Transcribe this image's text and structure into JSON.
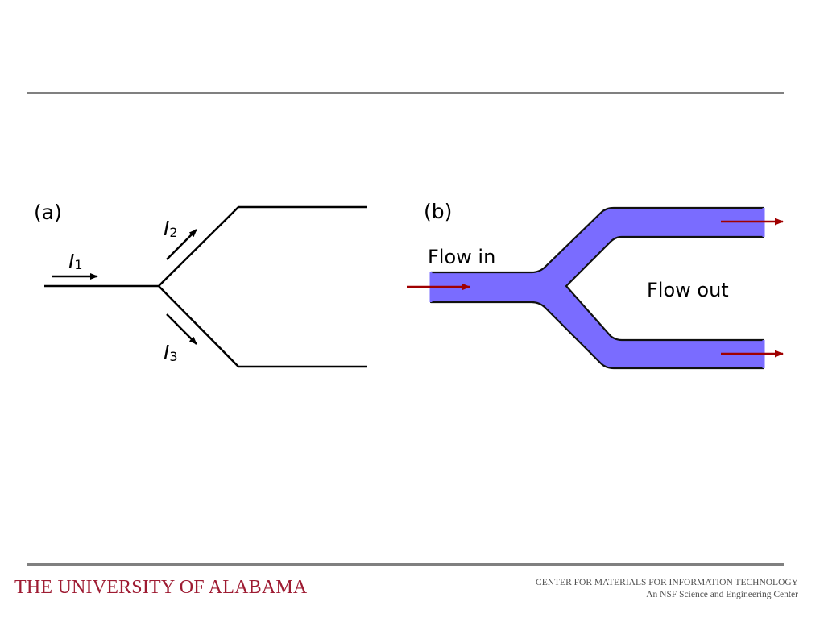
{
  "panel_a": {
    "label": "(a)",
    "current_1": {
      "symbol": "I",
      "subscript": "1"
    },
    "current_2": {
      "symbol": "I",
      "subscript": "2"
    },
    "current_3": {
      "symbol": "I",
      "subscript": "3"
    }
  },
  "panel_b": {
    "label": "(b)",
    "flow_in": "Flow in",
    "flow_out": "Flow out",
    "channel_color": "#7a6cff",
    "arrow_color": "#a00000"
  },
  "footer": {
    "university": "THE UNIVERSITY OF ALABAMA",
    "center_line1": "CENTER FOR MATERIALS FOR INFORMATION TECHNOLOGY",
    "center_line2": "An NSF Science and Engineering Center",
    "brand_color": "#9e1b32"
  }
}
